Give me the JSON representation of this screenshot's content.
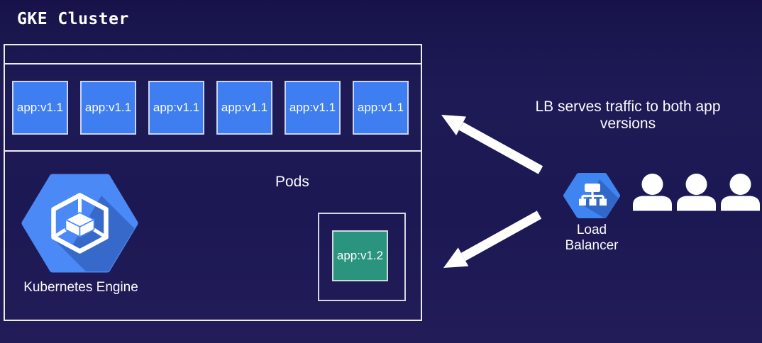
{
  "title": "GKE Cluster",
  "cluster": {
    "pods_label": "Pods",
    "engine_label": "Kubernetes Engine",
    "pods_v1": [
      {
        "label": "app:v1.1"
      },
      {
        "label": "app:v1.1"
      },
      {
        "label": "app:v1.1"
      },
      {
        "label": "app:v1.1"
      },
      {
        "label": "app:v1.1"
      },
      {
        "label": "app:v1.1"
      }
    ],
    "pod_v2": {
      "label": "app:v1.2"
    }
  },
  "annotation": {
    "text": "LB serves traffic to both app versions",
    "lines": [
      "LB serves traffic to both app",
      "versions"
    ]
  },
  "load_balancer": {
    "label": "Load Balancer",
    "label_lines": [
      "Load",
      "Balancer"
    ]
  },
  "users": {
    "count": 3
  },
  "icons": {
    "kubernetes_engine": "blue-hexagon-with-wireframe-cube",
    "load_balancer": "blue-hexagon-with-network-tree",
    "user": "white-person-silhouette",
    "arrows": "white-diagonal-arrows-from-lb-to-pods"
  },
  "colors": {
    "background": "#1c1853",
    "pod_v1_blue": "#3e7ef0",
    "pod_v2_teal": "#2a947e",
    "gcp_blue": "#4a89f6",
    "outline": "#ececf4",
    "text": "#fbfbfd"
  }
}
